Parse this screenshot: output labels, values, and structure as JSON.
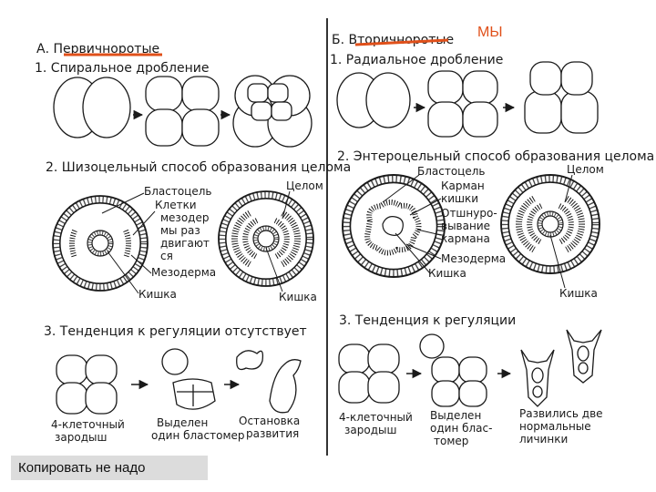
{
  "marker_label": "МЫ",
  "note_label": "Копировать не надо",
  "left": {
    "title": "А. Первичноротые",
    "s1": "1. Спиральное дробление",
    "s2": "2. Шизоцельный способ образования целома",
    "s3": "3. Тенденция к регуляции отсутствует",
    "lbl_celom": "Целом",
    "lbl_blastocoel": "Бластоцель",
    "lbl_cells1": "Клетки",
    "lbl_cells2": "мезодер",
    "lbl_cells3": "мы раз",
    "lbl_cells4": "двигают",
    "lbl_cells5": "ся",
    "lbl_mesoderm": "Мезодерма",
    "lbl_gut1": "Кишка",
    "lbl_gut2": "Кишка",
    "cap1_1": "4-клеточный",
    "cap1_2": "зародыш",
    "cap2_1": "Выделен",
    "cap2_2": "один бластомер",
    "cap3_1": "Остановка",
    "cap3_2": "развития"
  },
  "right": {
    "title": "Б. Вторичноротые",
    "s1": "1. Радиальное дробление",
    "s2": "2. Энтероцельный способ образования целома",
    "s3": "3. Тенденция к регуляции",
    "lbl_blastocoel": "Бластоцель",
    "lbl_pocket1": "Карман",
    "lbl_pocket2": "кишки",
    "lbl_pinch1": "Отшнуро-",
    "lbl_pinch2": "вывание",
    "lbl_pinch3": "кармана",
    "lbl_mesoderm": "Мезодерма",
    "lbl_gut1": "Кишка",
    "lbl_celom": "Целом",
    "lbl_gut2": "Кишка",
    "cap1_1": "4-клеточный",
    "cap1_2": "зародыш",
    "cap2_1": "Выделен",
    "cap2_2": "один блас-",
    "cap2_3": "томер",
    "cap3_1": "Развились две",
    "cap3_2": "нормальные",
    "cap3_3": "личинки"
  },
  "colors": {
    "underline": "#e0501a",
    "marker": "#e0501a",
    "note_bg": "#dcdcdc"
  }
}
